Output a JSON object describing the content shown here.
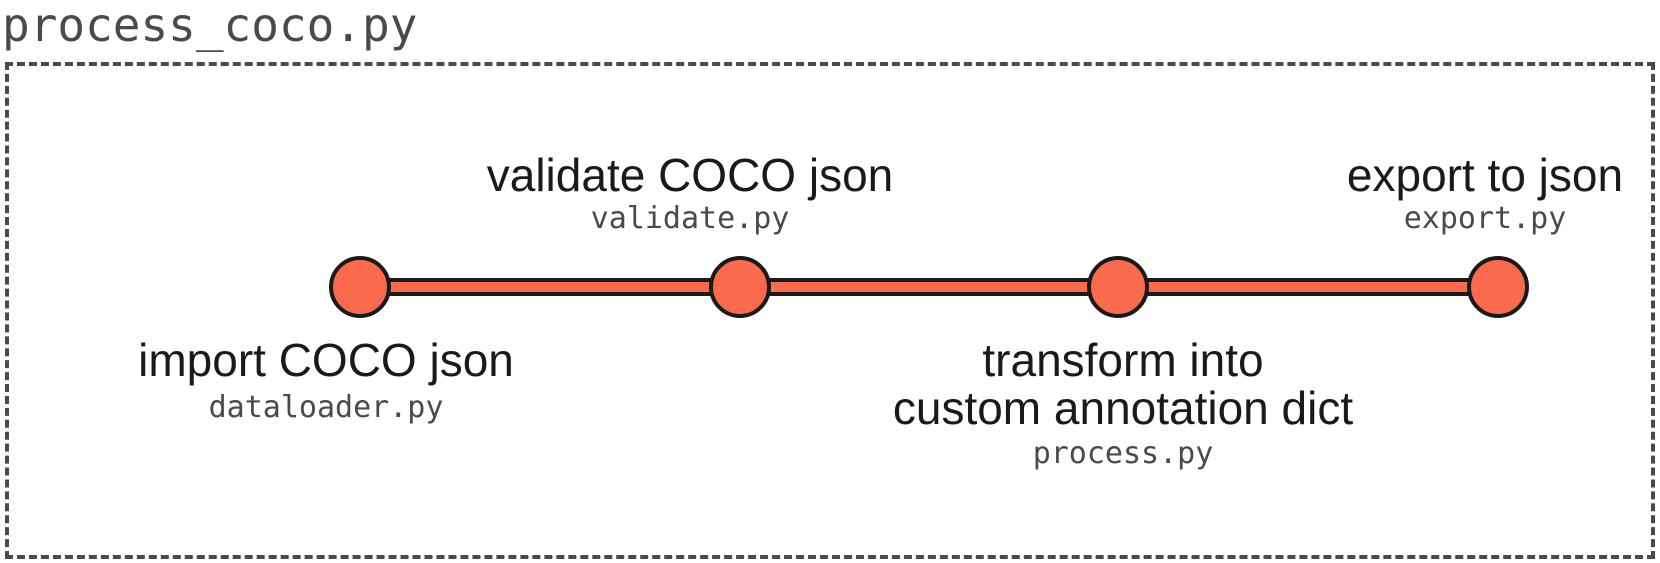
{
  "title": "process_coco.py",
  "colors": {
    "node_fill": "#f96b4c",
    "stroke": "#1a1a1a",
    "frame": "#4a4a4a"
  },
  "steps": [
    {
      "label": "import COCO json",
      "file": "dataloader.py"
    },
    {
      "label": "validate COCO json",
      "file": "validate.py"
    },
    {
      "label": "transform into custom annotation dict",
      "label_lines": [
        "transform into",
        "custom annotation dict"
      ],
      "file": "process.py"
    },
    {
      "label": "export to json",
      "file": "export.py"
    }
  ]
}
